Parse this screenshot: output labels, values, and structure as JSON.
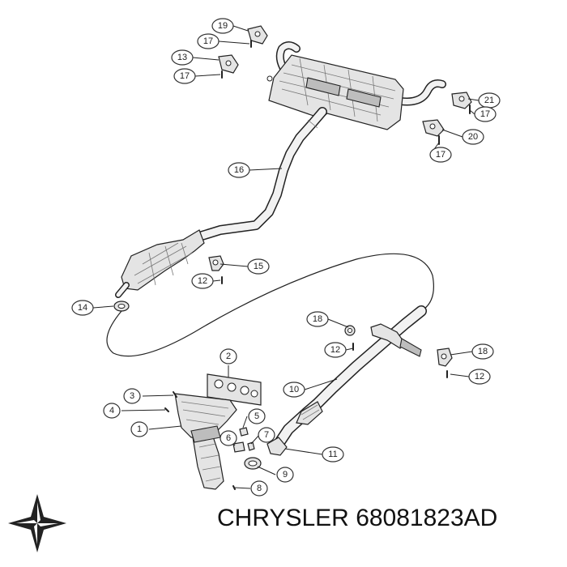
{
  "caption": {
    "brand": "CHRYSLER",
    "part_number": "68081823AD"
  },
  "callouts": [
    "19",
    "17",
    "13",
    "17",
    "21",
    "17",
    "20",
    "17",
    "16",
    "15",
    "12",
    "14",
    "18",
    "12",
    "18",
    "12",
    "2",
    "10",
    "3",
    "4",
    "5",
    "1",
    "6",
    "7",
    "11",
    "9",
    "8"
  ]
}
